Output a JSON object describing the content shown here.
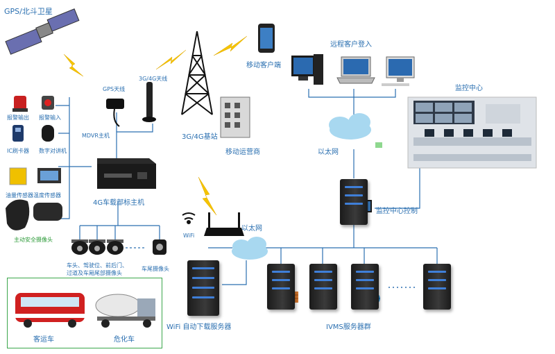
{
  "labels": {
    "gps_satellite": "GPS/北斗卫星",
    "alarm_output": "报警输出",
    "alarm_input": "报警输入",
    "ic_card_reader": "IC刷卡器",
    "digital_intercom": "数字对讲机",
    "oil_temp_sensor": "油量传感器温度传感器",
    "active_safety_camera": "主动安全摄像头",
    "gps_antenna": "GPS天线",
    "antenna_3g4g": "3G/4G天线",
    "mdvr_host": "MDVR主机",
    "vehicle_host": "4G车载部标主机",
    "cameras_desc_line1": "车头、驾驶位、前后门、",
    "cameras_desc_line2": "过道及车厢尾部摄像头",
    "rear_camera": "车尾摄像头",
    "bus": "客运车",
    "tanker": "危化车",
    "base_station": "3G/4G基站",
    "mobile_operator": "移动运营商",
    "mobile_client": "移动客户端",
    "remote_login": "远程客户登入",
    "monitoring_center": "监控中心",
    "ethernet_top": "以太网",
    "monitoring_control": "监控中心控制",
    "wifi": "WiFi",
    "ethernet_bottom": "以太网",
    "wifi_download_server": "WiFi 自动下载服务器",
    "ivms_server_group": "IVMS服务器群"
  }
}
